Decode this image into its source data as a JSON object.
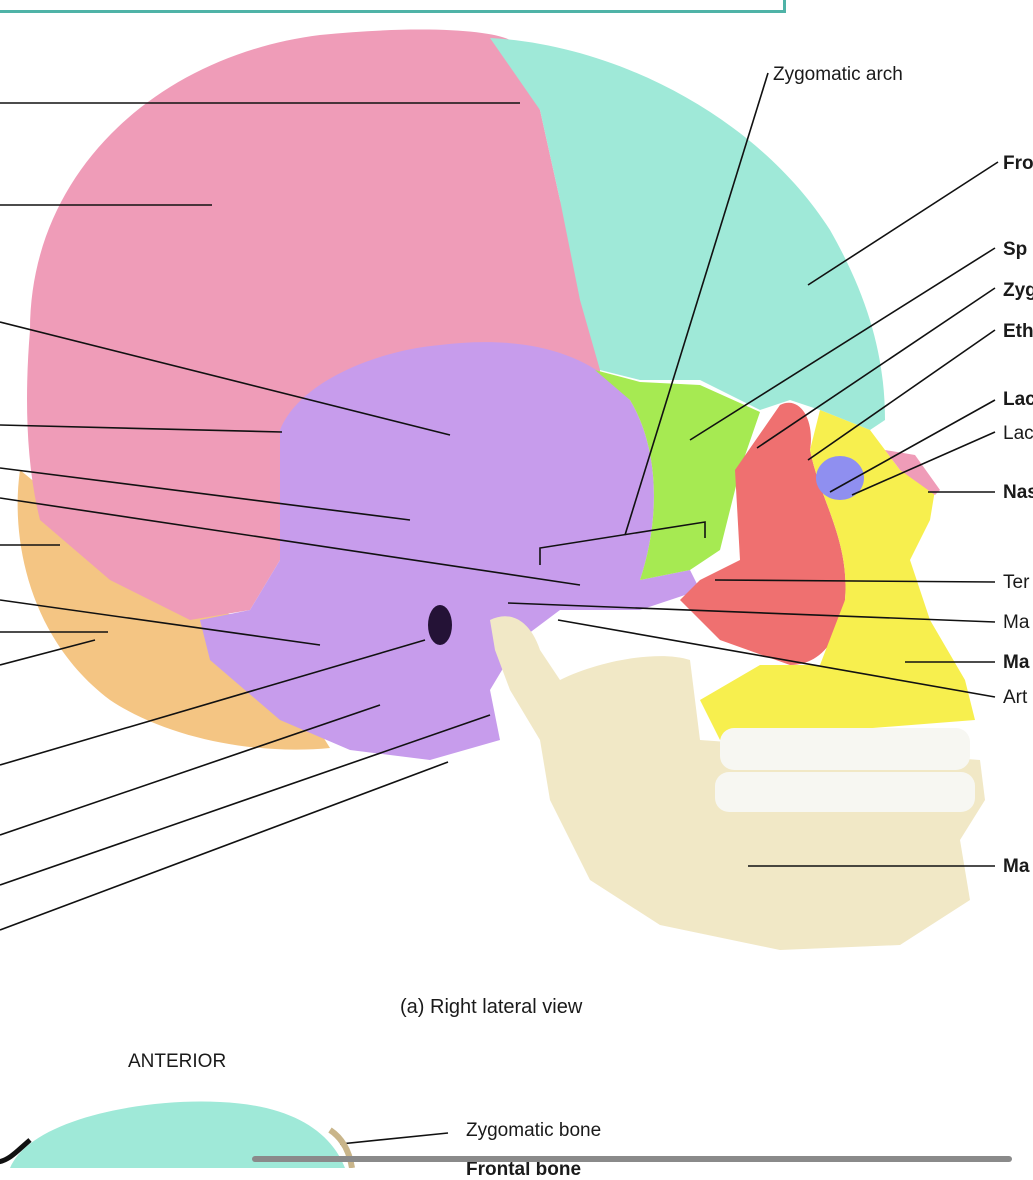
{
  "labels": {
    "zygomatic_arch": "Zygomatic arch",
    "right_frontal": "Fro",
    "right_sphenoid": "Sp",
    "right_zygomatic": "Zyg",
    "right_ethmoid": "Eth",
    "right_lacrimal_bone": "Lac",
    "right_lacrimal_fossa": "Lac",
    "right_nasal": "Nas",
    "right_temporal": "Ter",
    "right_mandibular_fossa": "Ma",
    "right_maxilla": "Ma",
    "right_articular": "Art",
    "right_mandible": "Ma"
  },
  "caption": "(a) Right lateral view",
  "lower": {
    "anterior": "ANTERIOR",
    "zygomatic_bone": "Zygomatic bone",
    "frontal_bone": "Frontal bone"
  },
  "colors": {
    "parietal": "#ef9cb8",
    "frontal": "#9fe9d8",
    "temporal": "#c79cec",
    "occipital": "#f4c583",
    "sphenoid": "#a6ea52",
    "zygomatic": "#ef7070",
    "maxilla": "#f7ef4e",
    "mandible": "#f1e8c6",
    "lacrimal": "#8f8ff0",
    "teeth": "#f7f7f2",
    "frame": "#4fb3a7"
  }
}
